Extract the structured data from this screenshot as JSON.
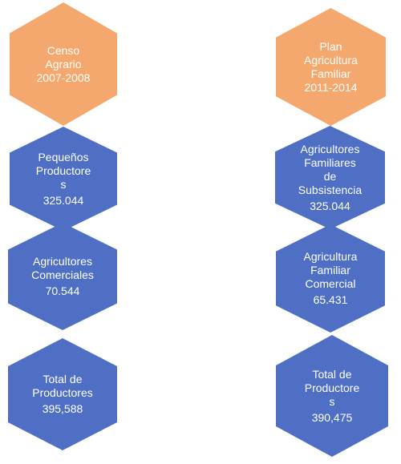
{
  "diagram": {
    "colors": {
      "header": "#f4a86e",
      "node": "#4f6fc4",
      "text": "#ffffff"
    },
    "left": [
      {
        "title": "Censo\nAgrario\n2007-2008",
        "value": ""
      },
      {
        "title": "Pequeños\nProductore\ns",
        "value": "325.044"
      },
      {
        "title": "Agricultores\nComerciales",
        "value": "70.544"
      },
      {
        "title": "Total de\nProductores",
        "value": "395,588"
      }
    ],
    "right": [
      {
        "title": "Plan\nAgricultura\nFamiliar\n2011-2014",
        "value": ""
      },
      {
        "title": "Agricultores\nFamiliares\nde\nSubsistencia",
        "value": "325.044"
      },
      {
        "title": "Agricultura\nFamiliar\nComercial",
        "value": "65.431"
      },
      {
        "title": "Total de\nProductore\ns",
        "value": "390,475"
      }
    ]
  }
}
